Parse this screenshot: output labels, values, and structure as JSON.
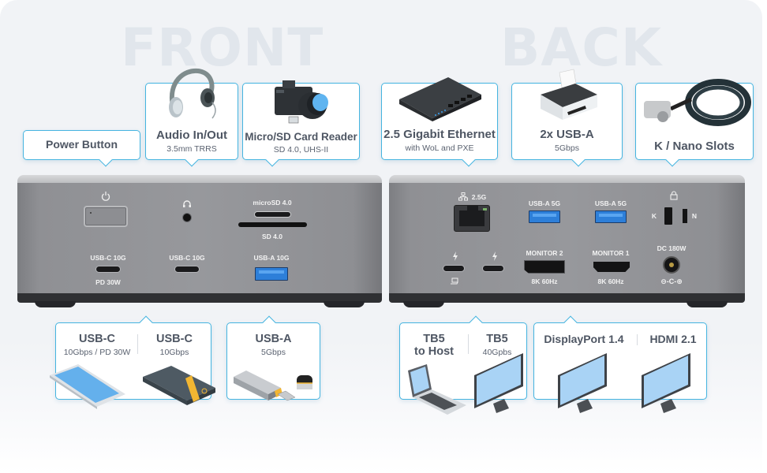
{
  "headings": {
    "front": "FRONT",
    "back": "BACK"
  },
  "front_callouts": [
    {
      "title": "Power Button",
      "sub": ""
    },
    {
      "title": "Audio In/Out",
      "sub": "3.5mm TRRS",
      "icon": "headphones-icon"
    },
    {
      "title": "Micro/SD Card Reader",
      "sub": "SD 4.0, UHS-II",
      "icon": "camera-icon"
    }
  ],
  "back_callouts": [
    {
      "title": "2.5 Gigabit Ethernet",
      "sub": "with WoL and PXE",
      "icon": "network-switch-icon"
    },
    {
      "title": "2x USB-A",
      "sub": "5Gbps",
      "icon": "printer-icon"
    },
    {
      "title": "K / Nano Slots",
      "sub": "",
      "icon": "lock-cable-icon"
    }
  ],
  "front_bottom": [
    {
      "items": [
        {
          "title": "USB-C",
          "sub": "10Gbps / PD 30W",
          "icon": "smartphone-icon"
        },
        {
          "title": "USB-C",
          "sub": "10Gbps",
          "icon": "external-ssd-icon"
        }
      ]
    },
    {
      "items": [
        {
          "title": "USB-A",
          "sub": "5Gbps",
          "icon": "usb-flash-drive-icon"
        }
      ]
    }
  ],
  "back_bottom": [
    {
      "items": [
        {
          "title": "TB5",
          "title2": "to Host",
          "sub": "",
          "icon": "laptop-icon"
        },
        {
          "title": "TB5",
          "sub": "40Gpbs",
          "icon": "monitor-icon"
        }
      ]
    },
    {
      "items": [
        {
          "title": "DisplayPort 1.4",
          "sub": "",
          "icon": "monitor-icon"
        },
        {
          "title": "HDMI 2.1",
          "sub": "",
          "icon": "monitor-icon"
        }
      ]
    }
  ],
  "front_panel": {
    "microsd": "microSD 4.0",
    "sd": "SD 4.0",
    "usbc1": "USB-C 10G",
    "usbc1_sub": "PD 30W",
    "usbc2": "USB-C 10G",
    "usba": "USB-A 10G"
  },
  "back_panel": {
    "eth": "2.5G",
    "usba1": "USB-A 5G",
    "usba2": "USB-A 5G",
    "lock_k": "K",
    "lock_n": "N",
    "mon2": "MONITOR 2",
    "mon2_sub": "8K 60Hz",
    "mon1": "MONITOR 1",
    "mon1_sub": "8K 60Hz",
    "dc": "DC 180W",
    "polarity": "⊖-C-⊕"
  },
  "colors": {
    "accent_border": "#45b4e0",
    "title_text": "#4e5663",
    "heading_watermark": "#e1e6ec",
    "device_gray": "#939498",
    "usb_blue": "#2d7fd9"
  }
}
